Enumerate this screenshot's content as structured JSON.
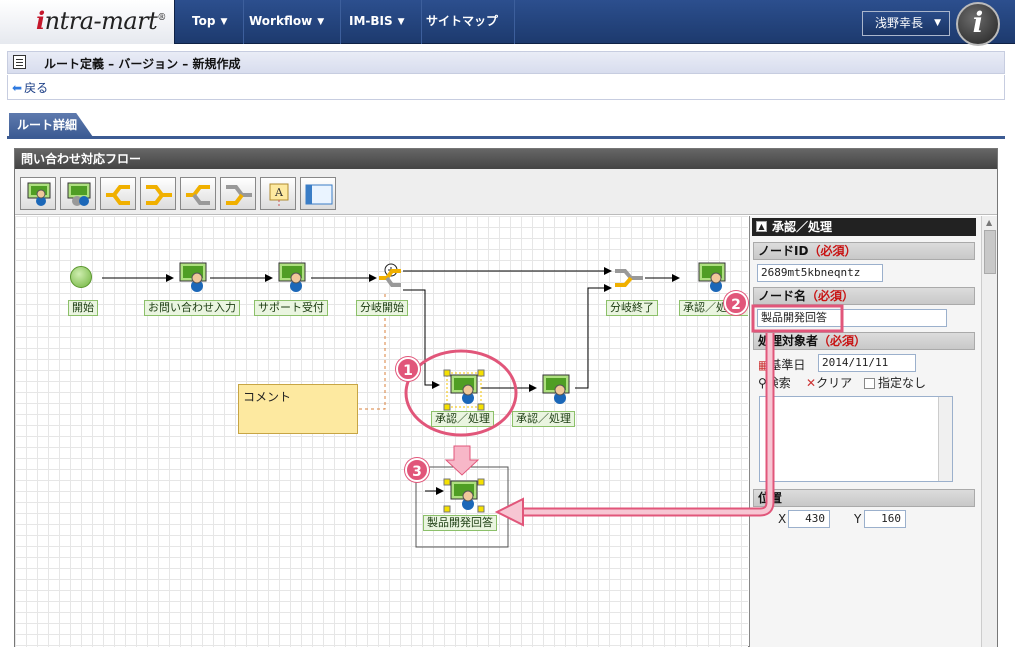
{
  "header": {
    "logo_text": "intra-mart",
    "logo_mark": "®",
    "nav": [
      {
        "label": "Top",
        "has_menu": true
      },
      {
        "label": "Workflow",
        "has_menu": true
      },
      {
        "label": "IM-BIS",
        "has_menu": true
      },
      {
        "label": "サイトマップ",
        "has_menu": false
      }
    ],
    "user_name": "浅野幸長",
    "brand_letter": "i"
  },
  "page": {
    "title": "ルート定義 – バージョン – 新規作成",
    "back_label": "戻る",
    "tab_label": "ルート詳細"
  },
  "flow": {
    "title": "問い合わせ対応フロー",
    "toolbar_items": [
      "process-node-icon",
      "process-node-icon-2",
      "branch-split-icon",
      "branch-merge-icon",
      "branch-split-gray-icon",
      "branch-merge-gray-icon",
      "annotation-icon",
      "container-icon"
    ],
    "nodes": {
      "start": "開始",
      "inquiry": "お問い合わせ入力",
      "support": "サポート受付",
      "branch_start": "分岐開始",
      "branch_end": "分岐終了",
      "approve_right": "承認／処理",
      "approve_selected": "承認／処理",
      "approve_mid": "承認／処理",
      "product_answer": "製品開発回答"
    },
    "comment": "コメント"
  },
  "properties": {
    "header": "承認／処理",
    "node_id_label": "ノードID",
    "node_name_label": "ノード名",
    "target_label": "処理対象者",
    "required": "（必須）",
    "node_id_value": "2689mt5kbneqntz",
    "node_name_value": "製品開発回答",
    "base_date_label": "基準日",
    "base_date_value": "2014/11/11",
    "search_label": "検索",
    "clear_label": "クリア",
    "none_label": "指定なし",
    "position_label": "位置",
    "x_label": "X",
    "x_value": "430",
    "y_label": "Y",
    "y_value": "160"
  },
  "callouts": [
    "1",
    "2",
    "3"
  ],
  "colors": {
    "header_bg": "#1d3a6e",
    "accent": "#e1567a",
    "required": "#c81414",
    "node_label_bg": "#eaf5e0"
  }
}
